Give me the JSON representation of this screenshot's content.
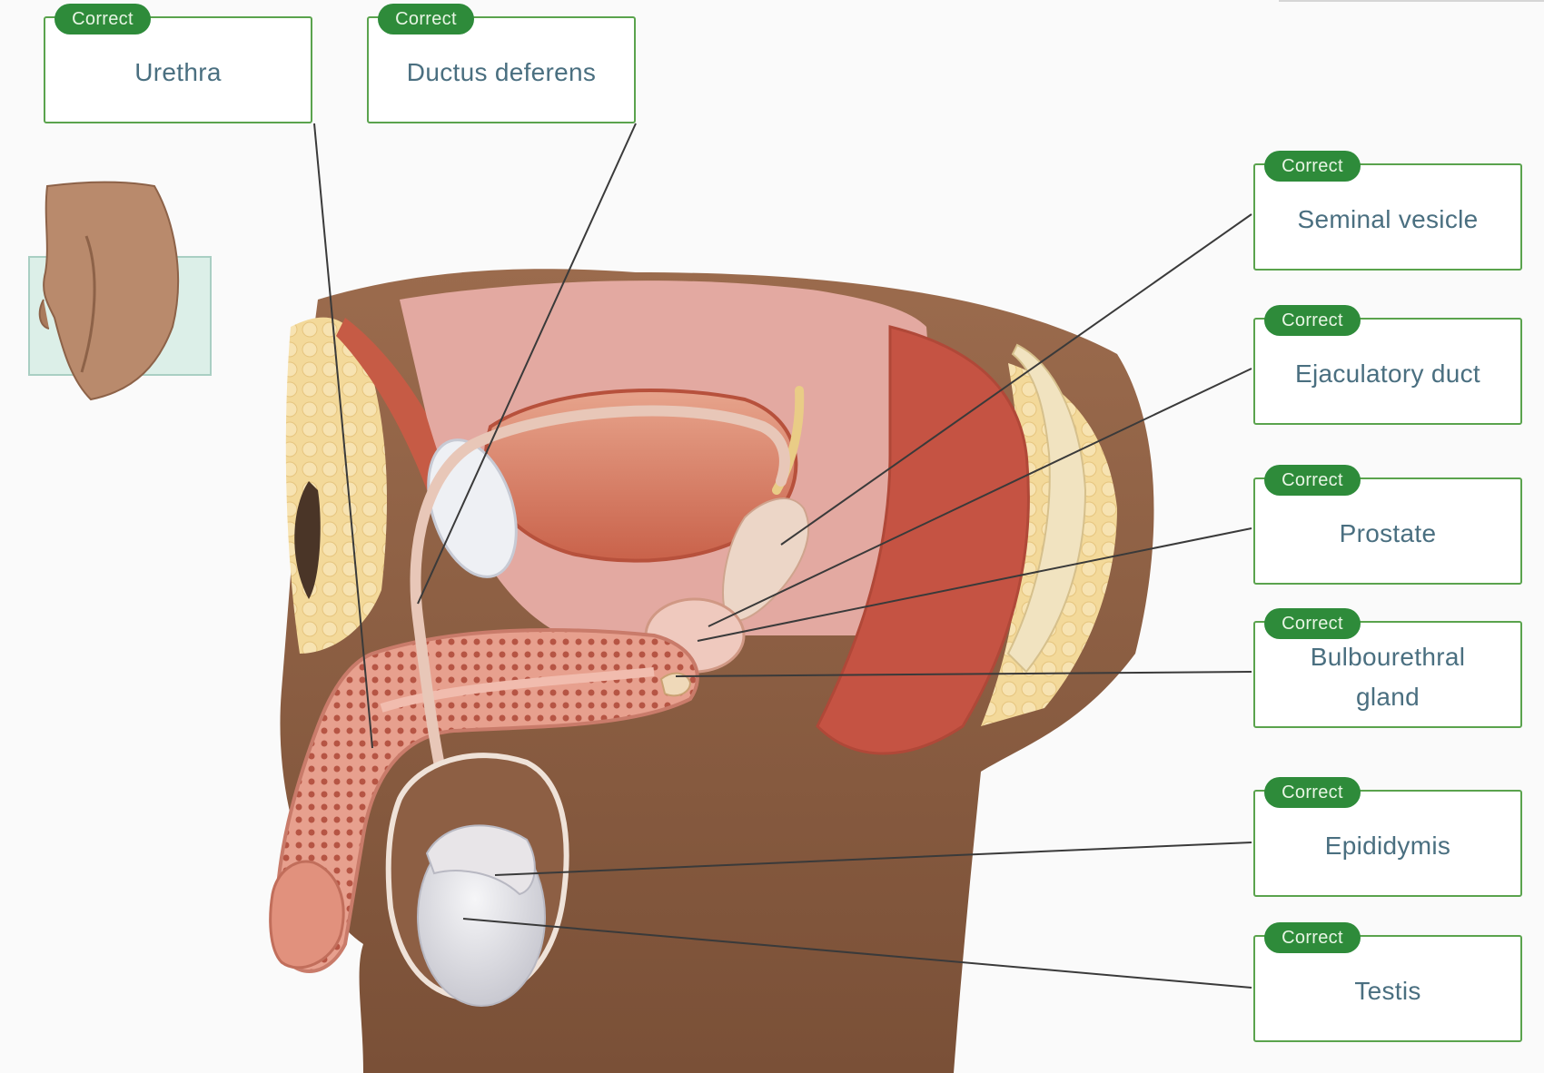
{
  "status_badge": "Correct",
  "labels": [
    {
      "id": "urethra",
      "text": "Urethra"
    },
    {
      "id": "ductus-deferens",
      "text": "Ductus deferens"
    },
    {
      "id": "seminal-vesicle",
      "text": "Seminal vesicle"
    },
    {
      "id": "ejaculatory-duct",
      "text": "Ejaculatory duct"
    },
    {
      "id": "prostate",
      "text": "Prostate"
    },
    {
      "id": "bulbourethral-gland",
      "text": "Bulbourethral gland"
    },
    {
      "id": "epididymis",
      "text": "Epididymis"
    },
    {
      "id": "testis",
      "text": "Testis"
    }
  ],
  "colors": {
    "box_border": "#5aa34d",
    "badge_fill": "#2e8b3a",
    "label_text": "#4a6f80",
    "leader_line": "#3a3a3a"
  }
}
